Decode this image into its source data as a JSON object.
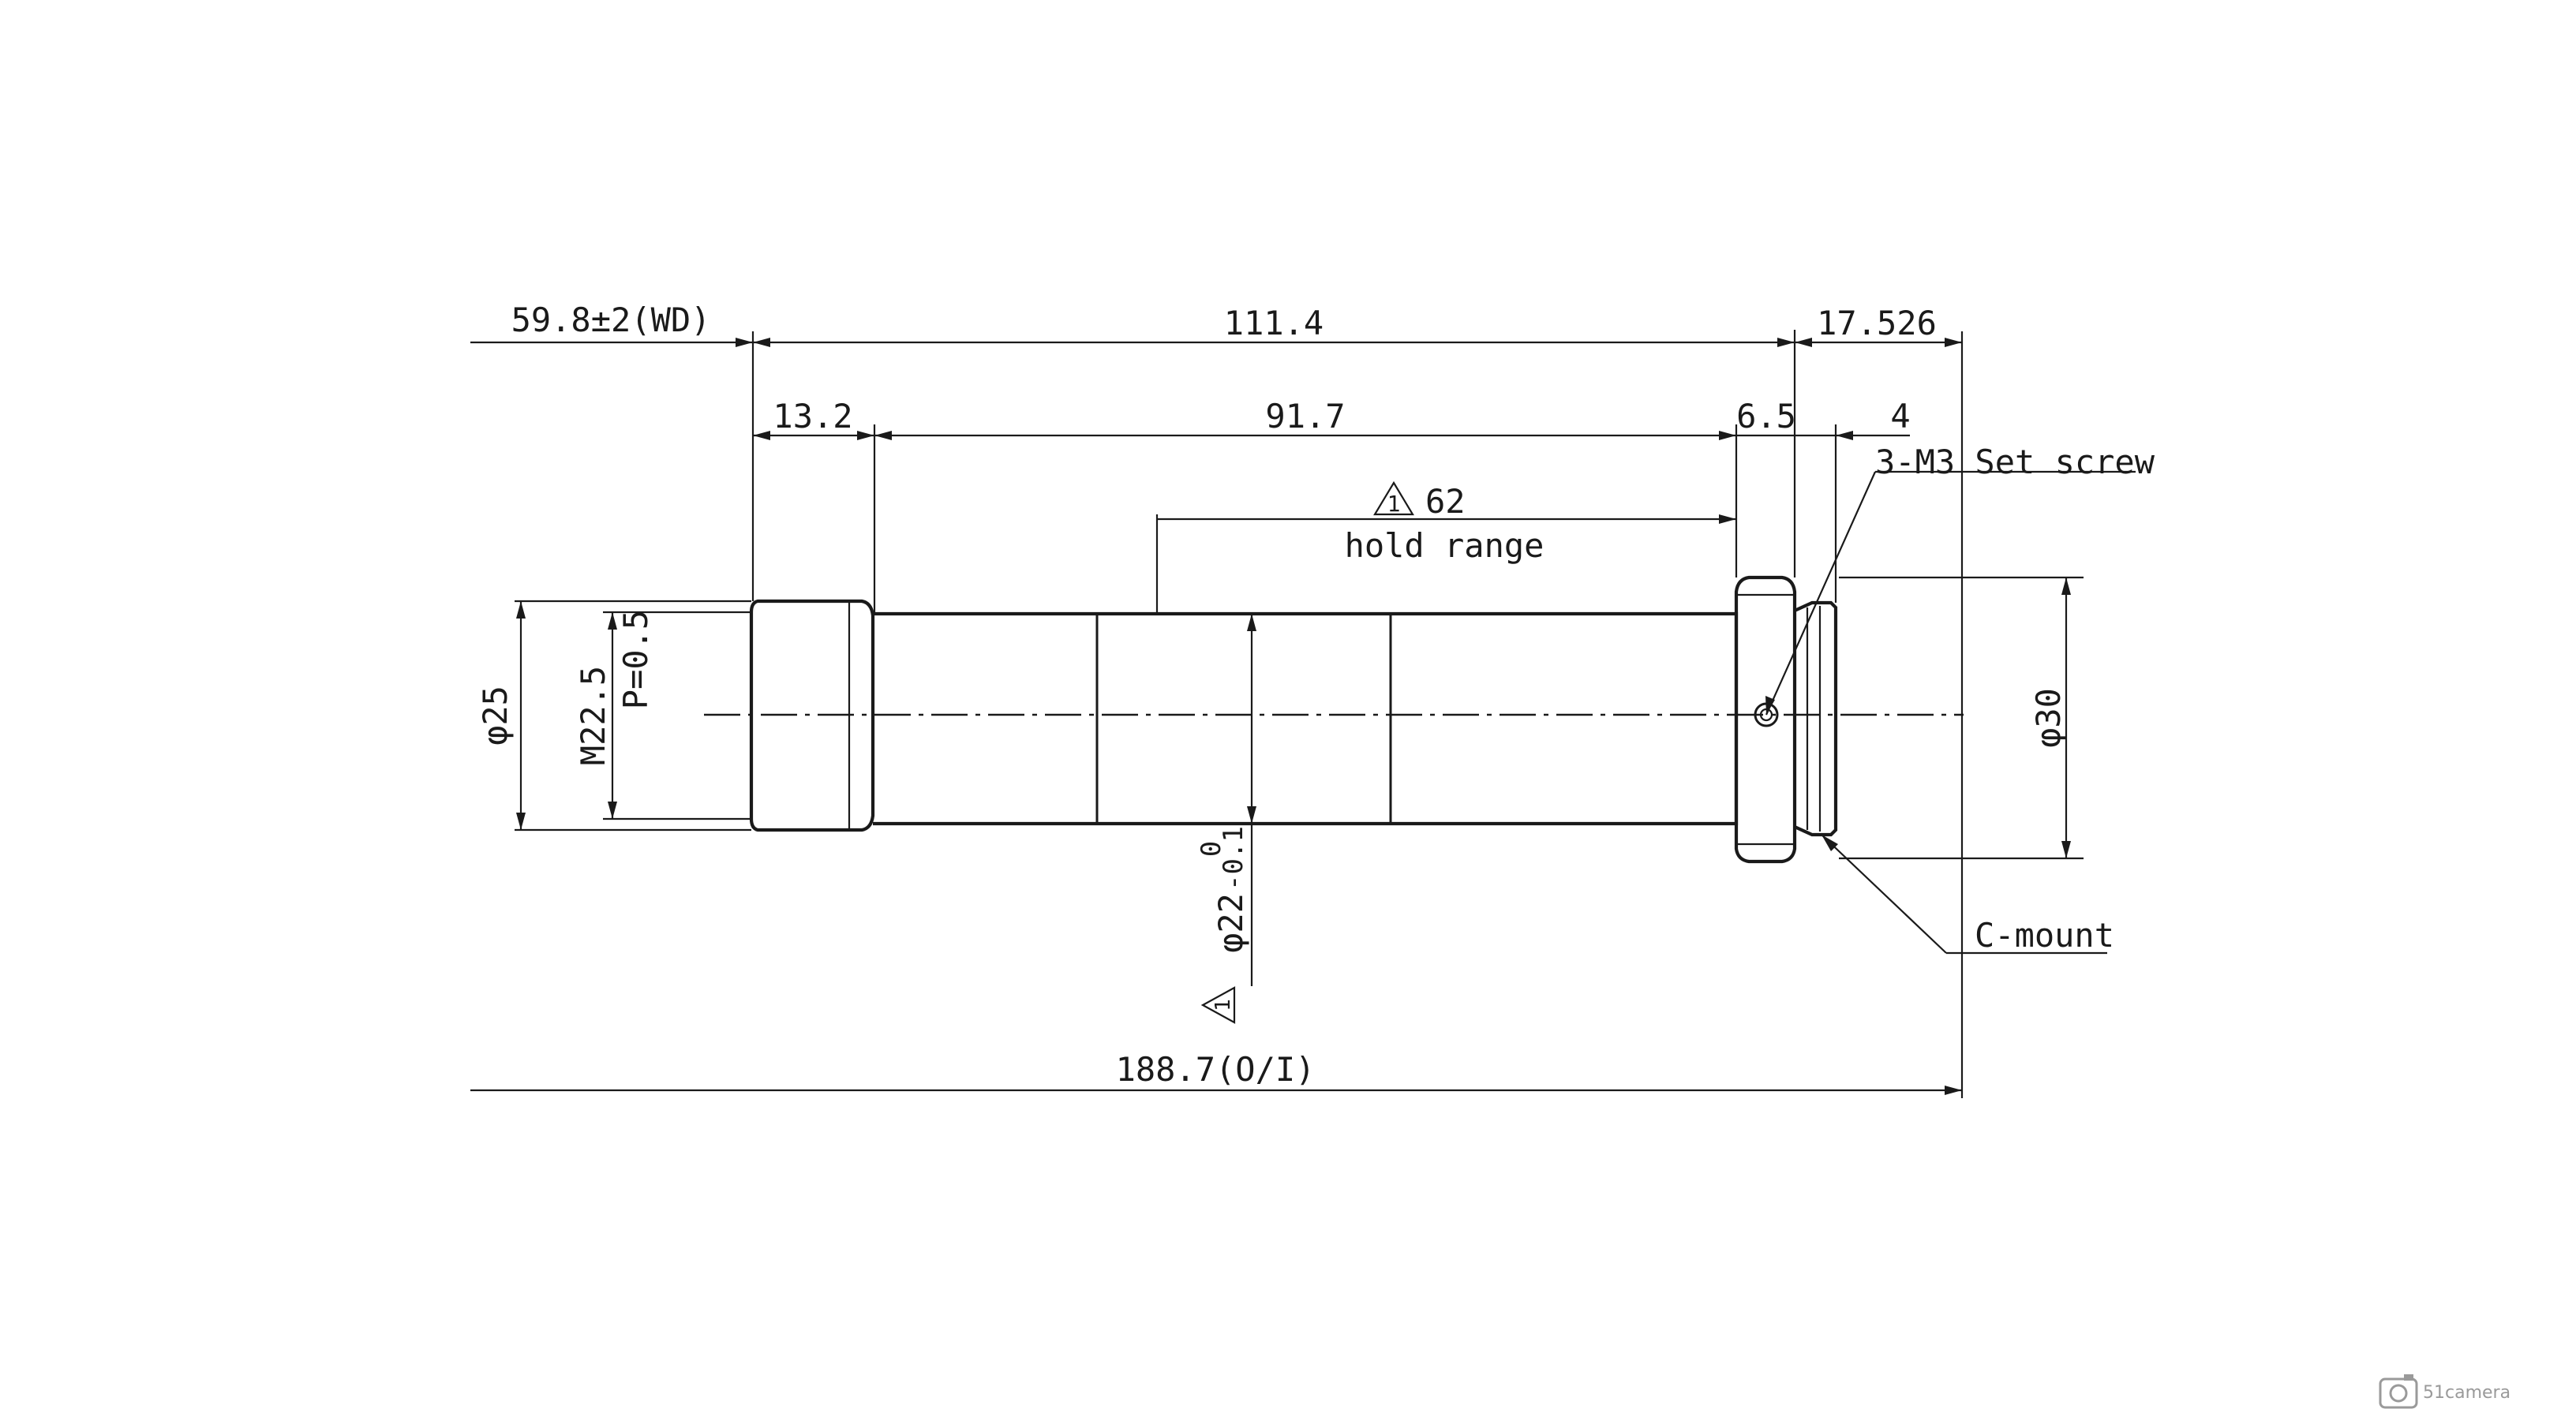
{
  "dimensions": {
    "wd": "59.8±2(WD)",
    "len_111": "111.4",
    "len_17": "17.526",
    "len_13": "13.2",
    "len_91": "91.7",
    "len_6": "6.5",
    "len_4": "4",
    "hold_value": "62",
    "hold_label": "hold range",
    "total": "188.7(O/I)",
    "dia_25": "φ25",
    "thread_m": "M22.5",
    "thread_p": "P=0.5",
    "dia_30": "φ30",
    "dia_22": "φ22",
    "tol_upper": "0",
    "tol_lower": "-0.1"
  },
  "callouts": {
    "screw": "3-M3 Set screw",
    "mount": "C-mount"
  },
  "revision_mark": "1",
  "watermark": {
    "brand": "51camera",
    "icon": "camera-logo-icon"
  }
}
